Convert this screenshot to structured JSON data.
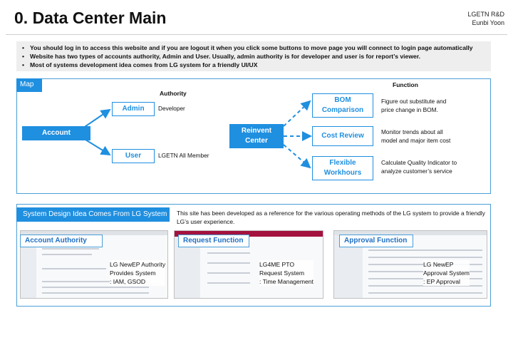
{
  "header": {
    "title": "0. Data Center Main",
    "org": "LGETN R&D",
    "author": "Eunbi Yoon"
  },
  "notes": [
    "You should log in to access this website and if you are logout it when you click some buttons to move page you will connect to login page automatically",
    "Website has two types of accounts authority, Admin and User. Usually, admin authority is for developer and user is for report’s viewer.",
    "Most of systems development idea comes from LG system for a friendly UI/UX"
  ],
  "map": {
    "tag": "Map",
    "authority_heading": "Authority",
    "function_heading": "Function",
    "account": "Account",
    "admin": "Admin",
    "admin_desc": "Developer",
    "user": "User",
    "user_desc": "LGETN All Member",
    "center": {
      "line1": "Reinvent",
      "line2": "Center"
    },
    "functions": [
      {
        "line1": "BOM",
        "line2": "Comparison",
        "desc1": "Figure out substitute and",
        "desc2": "price change in BOM."
      },
      {
        "line1": "Cost Review",
        "line2": "",
        "desc1": "Monitor trends about all",
        "desc2": "model and major item cost"
      },
      {
        "line1": "Flexible",
        "line2": "Workhours",
        "desc1": "Calculate Quality Indicator to",
        "desc2": "analyze customer’s service"
      }
    ]
  },
  "system": {
    "tag": "System Design Idea Comes From LG System",
    "desc": "This site has been developed as a reference for the various operating methods of the LG system to provide a friendly LG’s user experience.",
    "cards": [
      {
        "tab": "Account Authority",
        "cap1": "LG NewEP Authority",
        "cap2": "Provides System",
        "cap3": ": IAM, GSOD"
      },
      {
        "tab": "Request Function",
        "cap1": "LG4ME PTO",
        "cap2": "Request System",
        "cap3": ": Time Management"
      },
      {
        "tab": "Approval  Function",
        "cap1": "LG NewEP",
        "cap2": "Approval System",
        "cap3": ": EP Approval"
      }
    ]
  },
  "colors": {
    "accent": "#1f8fe0",
    "border": "#4a9fd8",
    "notes_bg": "#eeeeee"
  }
}
